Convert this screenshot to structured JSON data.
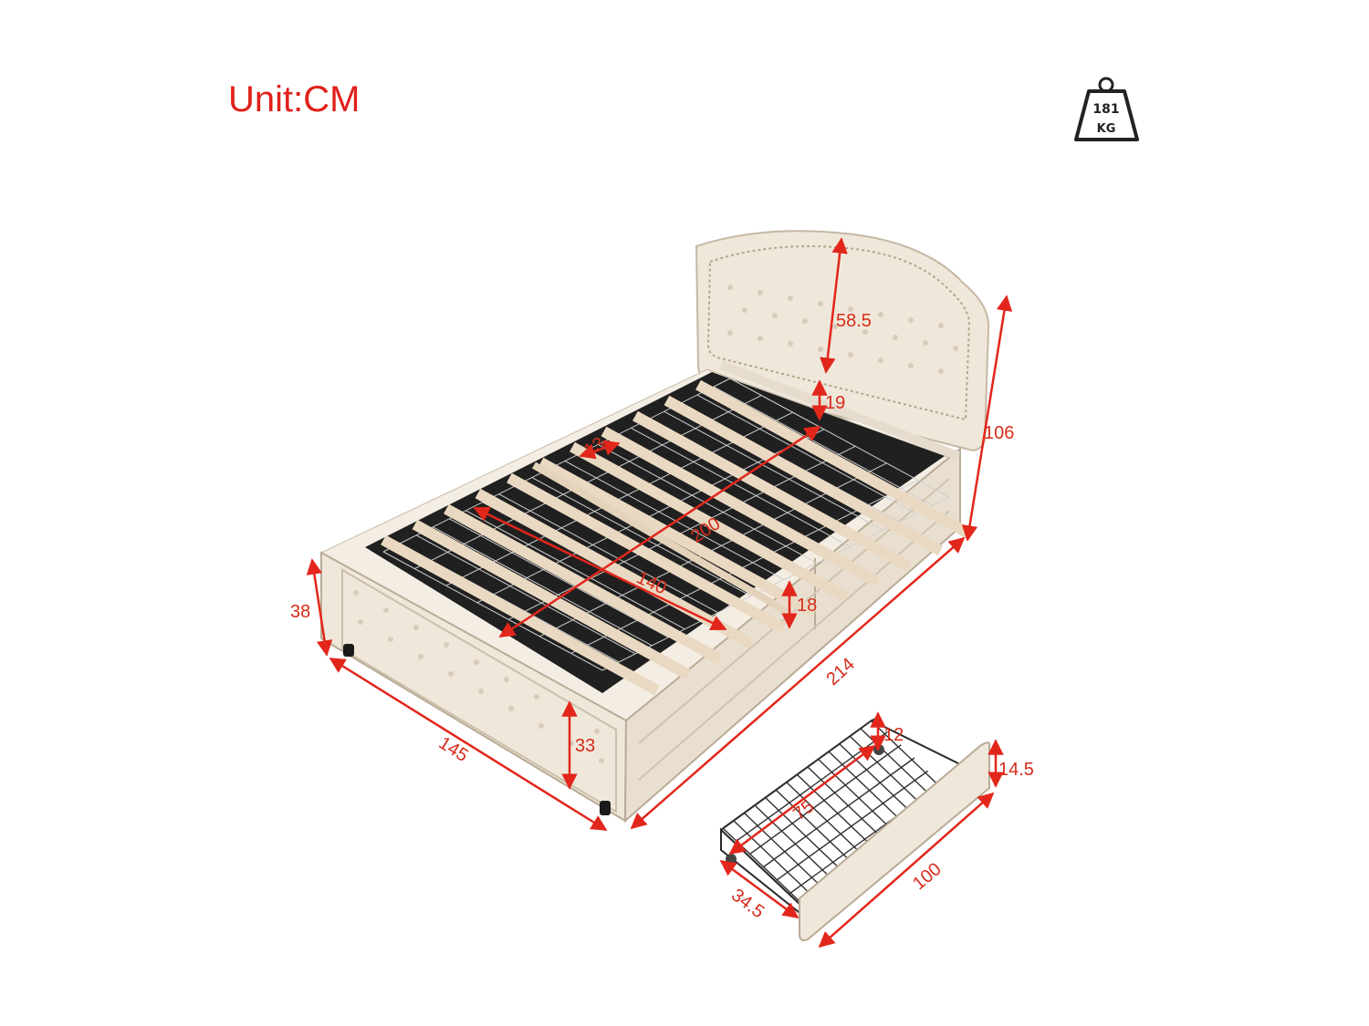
{
  "unit_label": "Unit:CM",
  "weight_badge": {
    "icon": "weight-icon",
    "value": "181",
    "unit": "KG"
  },
  "colors": {
    "dimension": "#e3261b",
    "frame": "#efe7da",
    "frame_edge": "#b9ab96",
    "mesh": "#2f2f2f",
    "slat": "#ead9c2"
  },
  "dimensions": {
    "headboard_height": "58.5",
    "headboard_gap": "19",
    "total_height": "106",
    "slat_gap": "13",
    "inner_length": "200",
    "inner_width": "140",
    "rail_height": "18",
    "bed_height": "38",
    "drawer_front_height": "33",
    "bed_width": "145",
    "bed_length": "214",
    "drawer_inner_height": "12",
    "drawer_height": "14.5",
    "drawer_inner_length": "75",
    "drawer_width": "34.5",
    "drawer_length": "100"
  }
}
